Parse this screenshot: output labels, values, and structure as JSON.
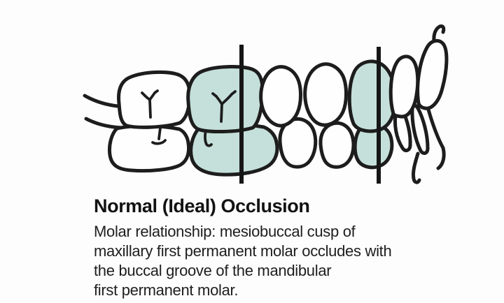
{
  "caption": {
    "title": "Normal (Ideal) Occlusion",
    "lines": [
      "Molar relationship: mesiobuccal cusp of",
      "maxillary first permanent molar occludes with",
      "the buccal groove of the mandibular",
      "first permanent molar."
    ]
  },
  "diagram": {
    "colors": {
      "highlight": "#c5e0da",
      "outline": "#1d1d1d",
      "tooth": "#fefefe",
      "reference_line": "#161616",
      "title_text": "#121212",
      "body_text": "#1e1e1e",
      "background": "#fdfdfd"
    },
    "shaded_teeth": [
      "maxillary-first-permanent-molar",
      "mandibular-first-permanent-molar",
      "maxillary-canine",
      "mandibular-canine"
    ],
    "reference_line_count": "2"
  }
}
